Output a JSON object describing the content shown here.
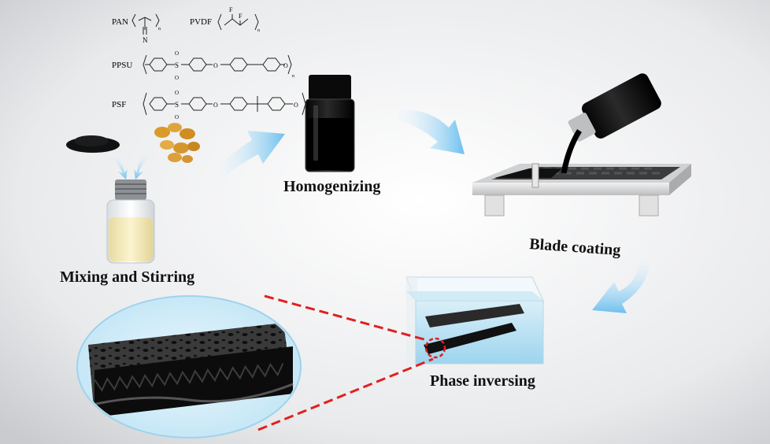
{
  "polymers": {
    "pan": "PAN",
    "pvdf": "PVDF",
    "ppsu": "PPSU",
    "psf": "PSF",
    "n_atom": "N",
    "f_atom": "F",
    "s_atom": "S",
    "o_atom": "O",
    "repeat_n": "n"
  },
  "steps": {
    "mixing": "Mixing and Stirring",
    "homogenizing": "Homogenizing",
    "blade_coating": "Blade coating",
    "phase_inversing": "Phase inversing"
  },
  "colors": {
    "arrow": "#7cc8f0",
    "zoom_line": "#e02020",
    "water": "#a8dcf0",
    "solution": "#f2e7b4",
    "ink": "#111111"
  }
}
